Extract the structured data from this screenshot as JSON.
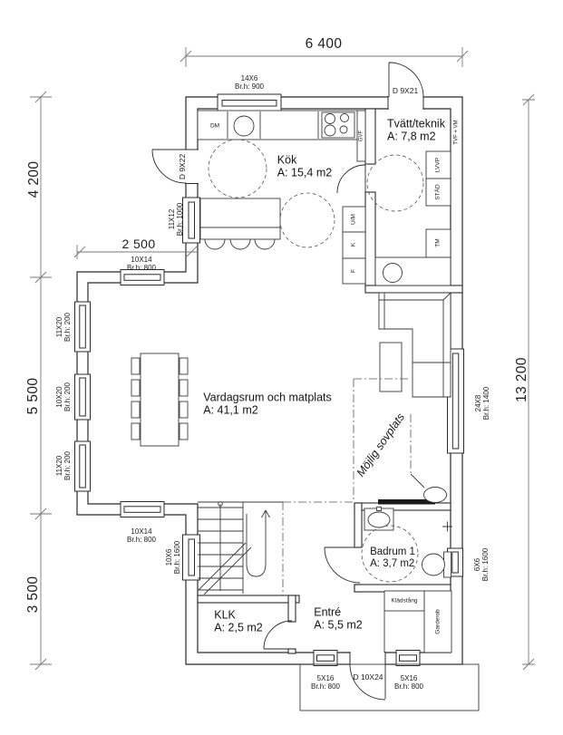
{
  "drawing": {
    "dims": {
      "top": "6 400",
      "ext": "2 500",
      "left_upper": "4 200",
      "left_mid": "5 500",
      "left_lower": "3 500",
      "right": "13 200"
    },
    "rooms": {
      "kok": {
        "name": "Kök",
        "area": "A: 15,4 m2"
      },
      "tvatt": {
        "name": "Tvätt/teknik",
        "area": "A: 7,8 m2"
      },
      "vardagsrum": {
        "name": "Vardagsrum och matplats",
        "area": "A: 41,1 m2"
      },
      "badrum": {
        "name": "Badrum 1",
        "area": "A: 3,7 m2"
      },
      "klk": {
        "name": "KLK",
        "area": "A: 2,5 m2"
      },
      "entre": {
        "name": "Entré",
        "area": "A: 5,5 m2"
      },
      "sovplats": {
        "name": "Möjlig sovplats"
      }
    },
    "doors": {
      "d9x21": "D 9X21",
      "d9x22": "D 9X22",
      "d10x24": "D 10X24"
    },
    "windows": {
      "w14x6": {
        "size": "14X6",
        "sill": "Br.h: 900"
      },
      "w11x12": {
        "size": "11X12",
        "sill": "Br.h: 1000"
      },
      "w10x14_top": {
        "size": "10X14",
        "sill": "Br.h: 800"
      },
      "w11x20_a": {
        "size": "11X20",
        "sill": "Br.h: 200"
      },
      "w10x20": {
        "size": "10X20",
        "sill": "Br.h: 200"
      },
      "w11x20_b": {
        "size": "11X20",
        "sill": "Br.h: 200"
      },
      "w24x8": {
        "size": "24X8",
        "sill": "Br.h: 1400"
      },
      "w10x14_bot": {
        "size": "10X14",
        "sill": "Br.h: 800"
      },
      "w10x6": {
        "size": "10X6",
        "sill": "Br.h: 1600"
      },
      "w6x6": {
        "size": "6X6",
        "sill": "Br.h: 1600"
      },
      "w5x16_l": {
        "size": "5X16",
        "sill": "Br.h: 800"
      },
      "w5x16_r": {
        "size": "5X16",
        "sill": "Br.h: 800"
      }
    },
    "fixtures": {
      "dm": "DM",
      "gvf": "GVF",
      "um": "U/M",
      "k": "K",
      "f": "F",
      "tm": "TM",
      "stad": "STÄD",
      "lvvp": "LVVP",
      "tvf_vm": "TVF + VM",
      "kladstang": "Klädstång",
      "garderob": "Garderob"
    },
    "colors": {
      "line": "#2b2b2b",
      "dim_line": "#7a7a7a",
      "text": "#111111",
      "background": "#ffffff"
    }
  }
}
